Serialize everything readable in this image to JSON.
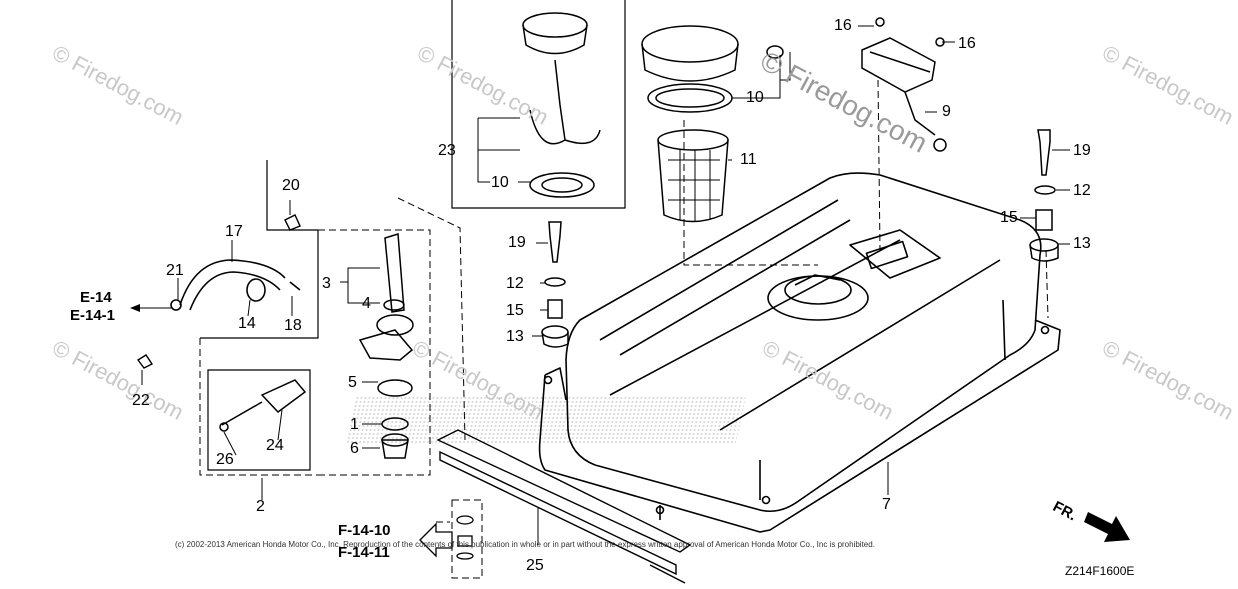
{
  "watermark": "© Firedog.com",
  "copyright": "(c) 2002-2013 American Honda Motor Co., Inc. Reproduction of the contents of this publication in whole or in part without the express written approval of American Honda Motor Co., Inc is prohibited.",
  "figure_code": "Z214F1600E",
  "direction_label": "FR.",
  "refs": {
    "e14": "E-14",
    "e141": "E-14-1",
    "f1410": "F-14-10",
    "f1411": "F-14-11"
  },
  "callouts": {
    "c1": "1",
    "c2": "2",
    "c3": "3",
    "c4": "4",
    "c5": "5",
    "c6": "6",
    "c7": "7",
    "c9": "9",
    "c10a": "10",
    "c10b": "10",
    "c11": "11",
    "c12a": "12",
    "c12b": "12",
    "c13a": "13",
    "c13b": "13",
    "c14": "14",
    "c15a": "15",
    "c15b": "15",
    "c16a": "16",
    "c16b": "16",
    "c17": "17",
    "c18": "18",
    "c19a": "19",
    "c19b": "19",
    "c20": "20",
    "c21": "21",
    "c22": "22",
    "c23": "23",
    "c24": "24",
    "c25": "25",
    "c26": "26"
  }
}
